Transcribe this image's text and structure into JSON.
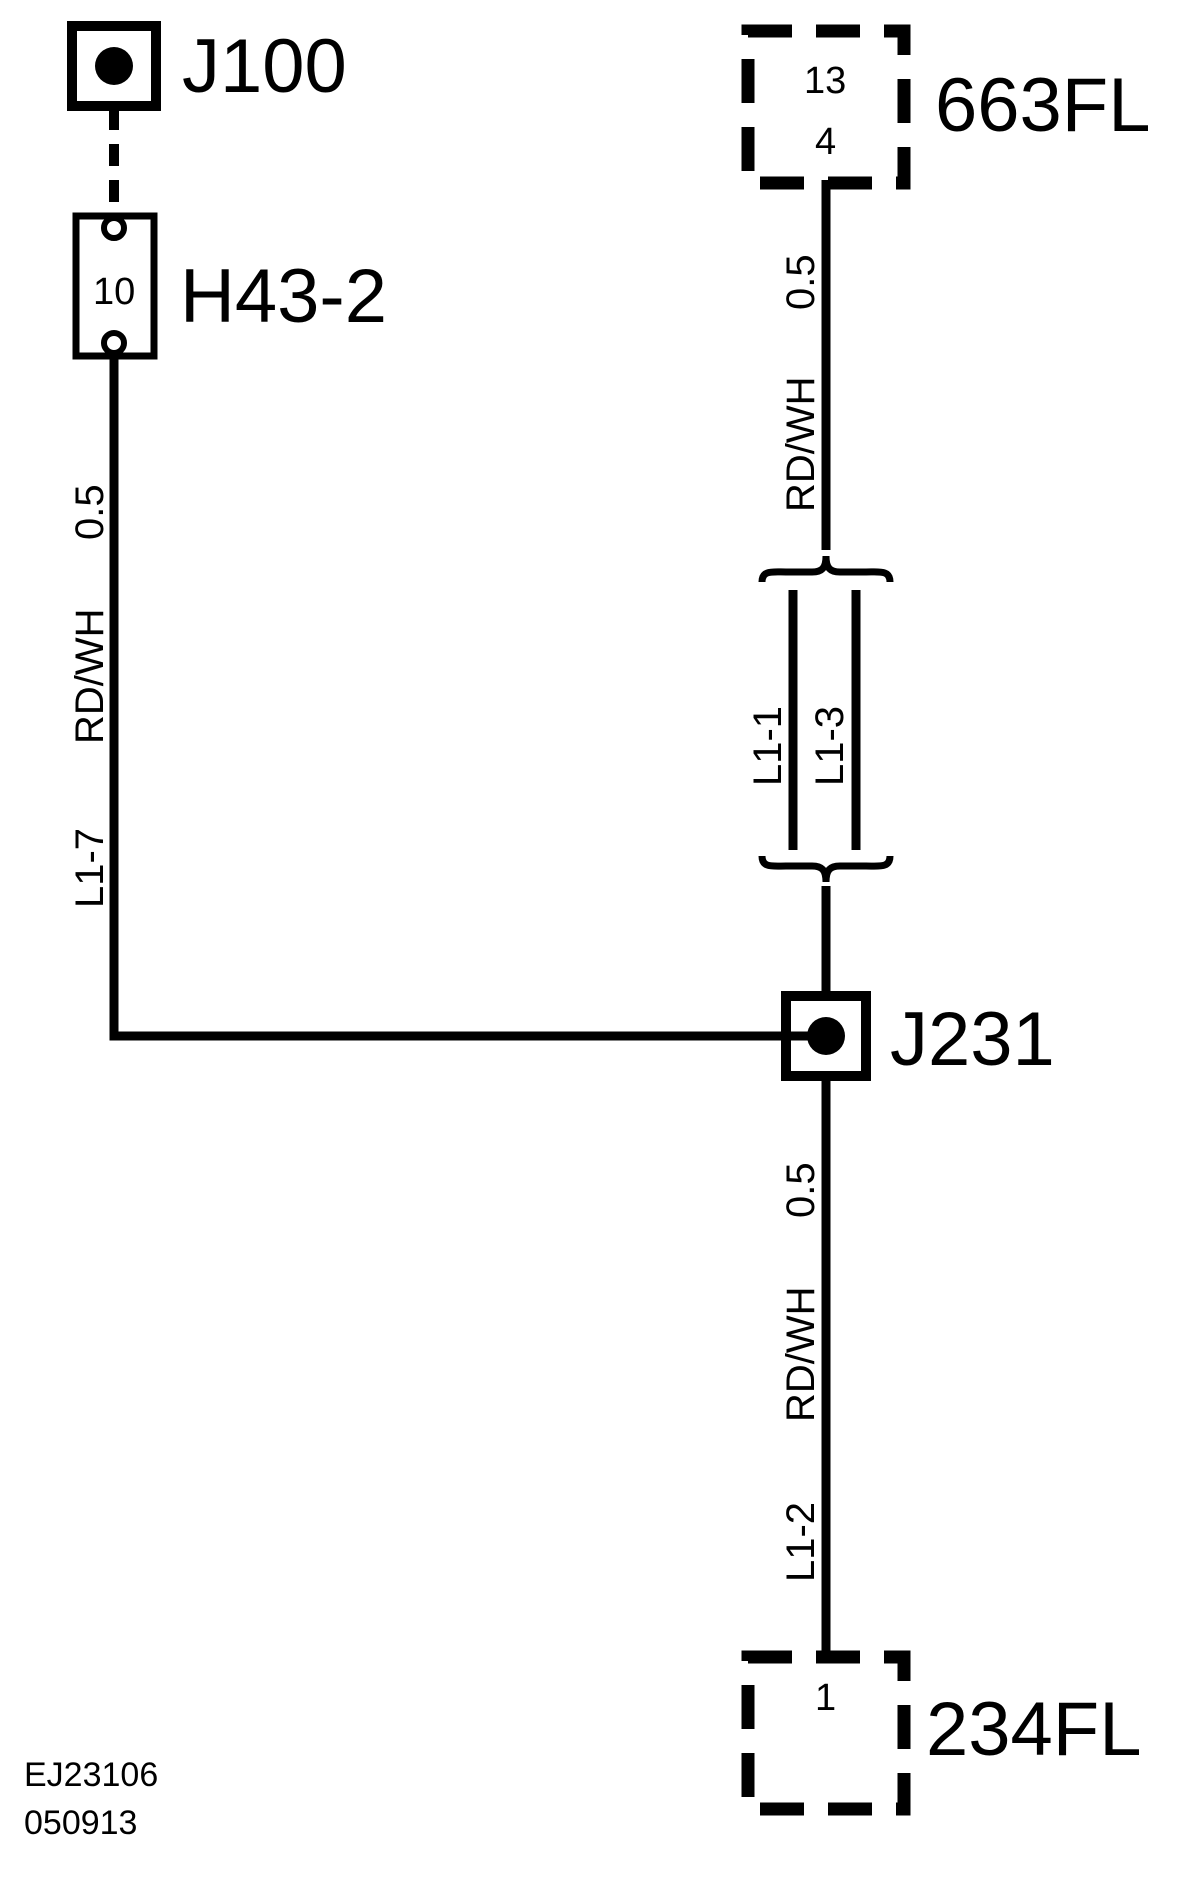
{
  "connectors": {
    "j100": {
      "name": "J100"
    },
    "h43_2": {
      "name": "H43-2",
      "pin": "10"
    },
    "c663fl": {
      "name": "663FL",
      "pin_top": "13",
      "pin_bottom": "4"
    },
    "j231": {
      "name": "J231"
    },
    "c234fl": {
      "name": "234FL",
      "pin": "1"
    }
  },
  "wires": {
    "left": {
      "circuit": "L1-7",
      "color": "RD/WH",
      "size": "0.5"
    },
    "upper_right": {
      "color": "RD/WH",
      "size": "0.5"
    },
    "splice_a": {
      "circuit": "L1-1"
    },
    "splice_b": {
      "circuit": "L1-3"
    },
    "lower_right": {
      "circuit": "L1-2",
      "color": "RD/WH",
      "size": "0.5"
    }
  },
  "footer": {
    "doc_id": "EJ23106",
    "doc_date": "050913"
  },
  "colors": {
    "line": "#000000",
    "background": "#ffffff"
  }
}
